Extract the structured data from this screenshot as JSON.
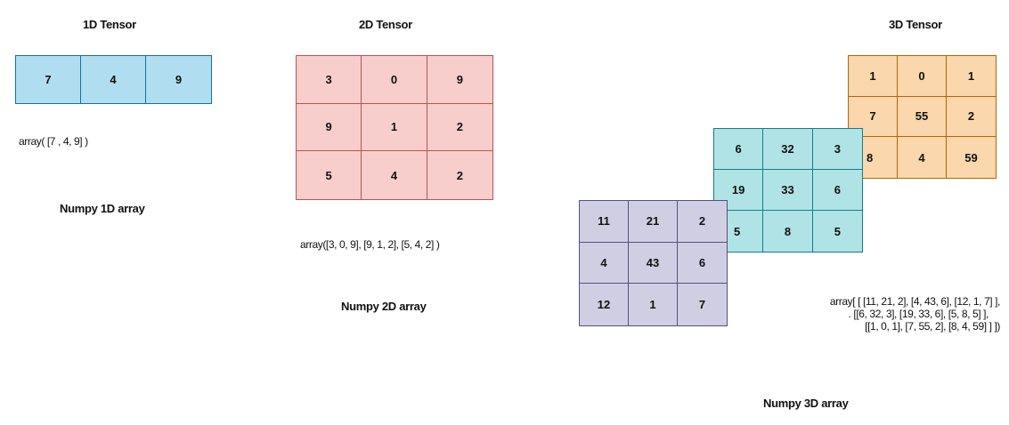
{
  "tensor_1d": {
    "title": "1D Tensor",
    "cells": [
      "7",
      "4",
      "9"
    ],
    "code": "array( [7 , 4, 9] )",
    "caption": "Numpy 1D array",
    "fill_color": "#b1ddf0",
    "stroke_color": "#10739e"
  },
  "tensor_2d": {
    "title": "2D Tensor",
    "cells": [
      "3",
      "0",
      "9",
      "9",
      "1",
      "2",
      "5",
      "4",
      "2"
    ],
    "code": "array([3, 0, 9], [9, 1, 2], [5, 4, 2] )",
    "caption": "Numpy 2D array",
    "fill_color": "#f8cecc",
    "stroke_color": "#b85450"
  },
  "tensor_3d": {
    "title": "3D Tensor",
    "layers": [
      {
        "cells": [
          "1",
          "0",
          "1",
          "7",
          "55",
          "2",
          "8",
          "4",
          "59"
        ],
        "fill_color": "#fad7ac",
        "stroke_color": "#b46504"
      },
      {
        "cells": [
          "6",
          "32",
          "3",
          "19",
          "33",
          "6",
          "5",
          "8",
          "5"
        ],
        "fill_color": "#b0e3e6",
        "stroke_color": "#0e8088"
      },
      {
        "cells": [
          "11",
          "21",
          "2",
          "4",
          "43",
          "6",
          "12",
          "1",
          "7"
        ],
        "fill_color": "#d0cee2",
        "stroke_color": "#56517e"
      }
    ],
    "code_lines": [
      "array[ [ [11, 21, 2], [4, 43, 6],  [12, 1, 7] ],",
      ". [[6, 32, 3], [19, 33, 6],  [5, 8, 5] ],",
      "[[1, 0, 1], [7, 55, 2],  [8, 4, 59] ] ])"
    ],
    "caption": "Numpy 3D array"
  }
}
